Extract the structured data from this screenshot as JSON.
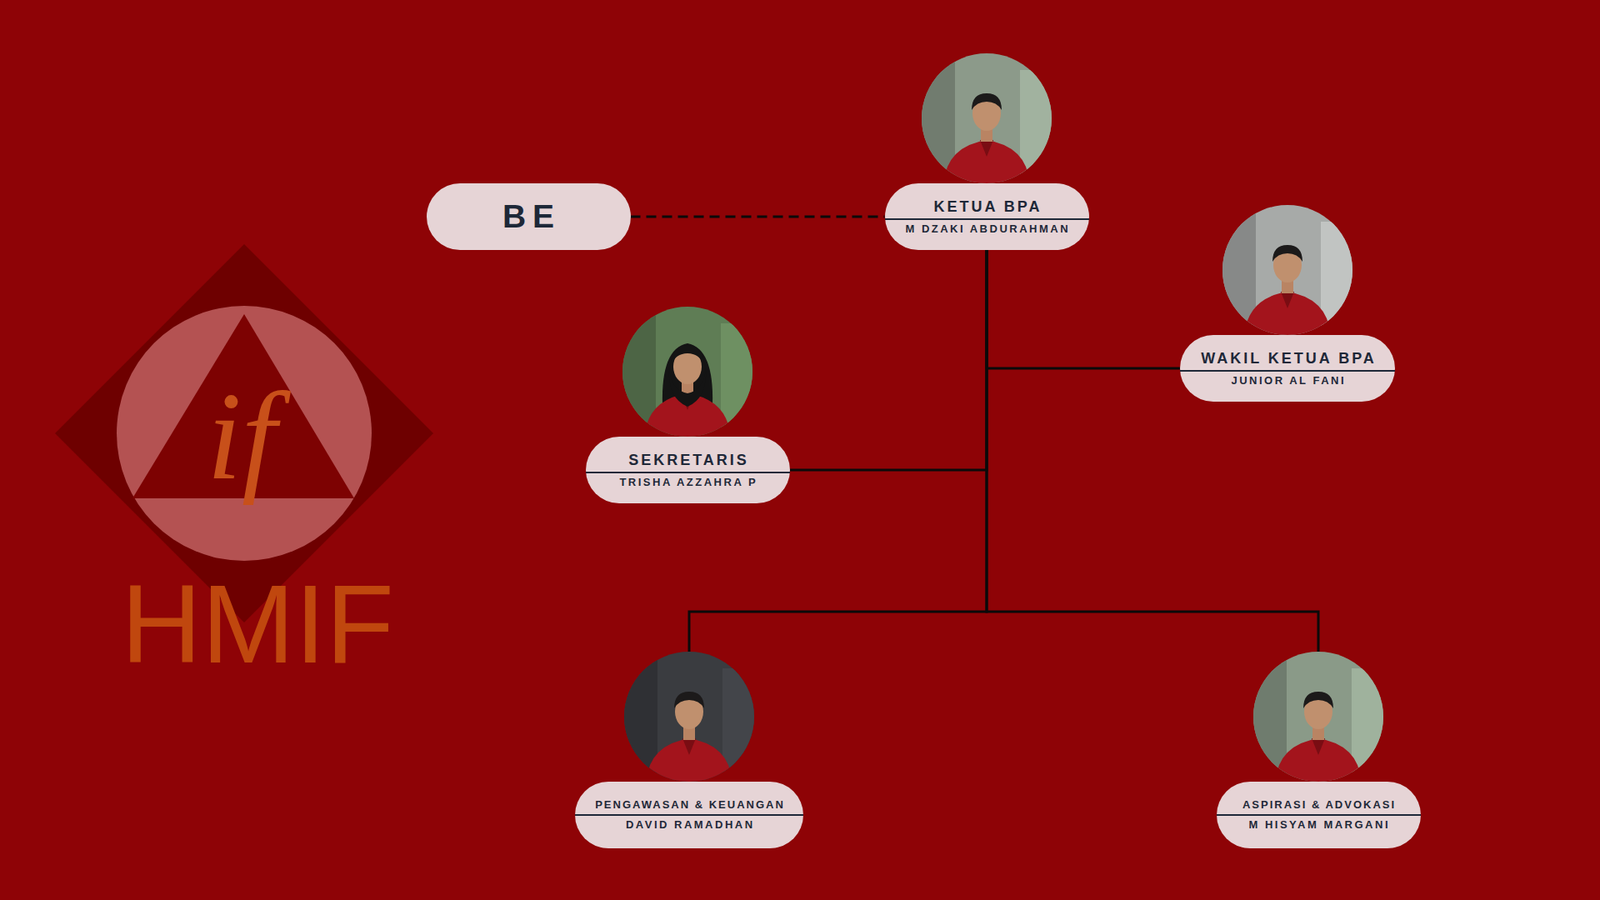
{
  "diagram": {
    "nodes": [
      {
        "text": [
          "BE"
        ]
      },
      {
        "text": [
          "KETUA BPA",
          "M DZAKI ABDURAHMAN"
        ]
      },
      {
        "text": [
          "WAKIL KETUA BPA",
          "JUNIOR AL FANI"
        ]
      },
      {
        "text": [
          "SEKRETARIS",
          "TRISHA AZZAHRA P"
        ]
      },
      {
        "text": [
          "PENGAWASAN & KEUANGAN",
          "DAVID RAMADHAN"
        ]
      },
      {
        "text": [
          "ASPIRASI & ADVOKASI",
          "M HISYAM MARGANI"
        ]
      }
    ],
    "edges": [
      {
        "from": 0,
        "to": 1,
        "arrow": "none"
      },
      {
        "from": 1,
        "to": 2,
        "arrow": "none"
      },
      {
        "from": 1,
        "to": 3,
        "arrow": "none"
      },
      {
        "from": 1,
        "to": 4,
        "arrow": "none"
      },
      {
        "from": 1,
        "to": 5,
        "arrow": "none"
      }
    ],
    "labels": [
      "if",
      "HMIF"
    ]
  }
}
